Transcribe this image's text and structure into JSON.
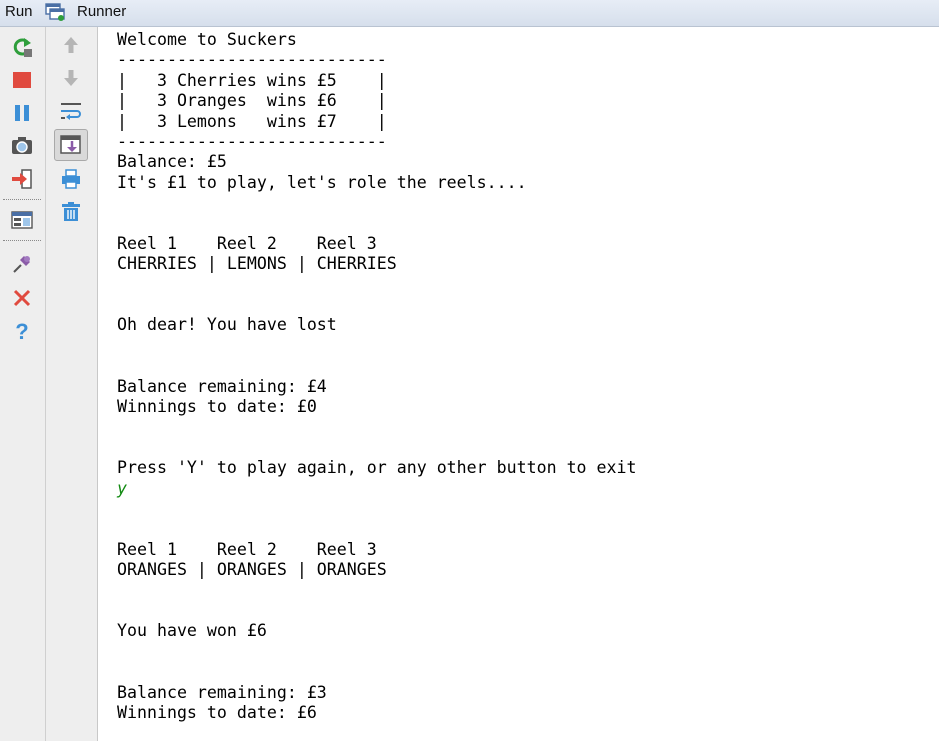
{
  "header": {
    "run_label": "Run",
    "runner_label": "Runner",
    "runner_icon": "runner-window-icon"
  },
  "left_toolbar": [
    {
      "name": "rerun-button",
      "icon": "rerun-icon",
      "color": "#2e9e3b"
    },
    {
      "name": "stop-button",
      "icon": "stop-icon",
      "color": "#e04a3f"
    },
    {
      "name": "pause-button",
      "icon": "pause-icon",
      "color": "#3c8fd6"
    },
    {
      "name": "dump-threads-button",
      "icon": "camera-icon"
    },
    {
      "name": "exit-button",
      "icon": "exit-icon"
    },
    {
      "name": "restore-layout-button",
      "icon": "layout-icon"
    },
    {
      "name": "pin-tab-button",
      "icon": "pin-icon"
    },
    {
      "name": "close-button",
      "icon": "close-icon",
      "color": "#e04a3f"
    },
    {
      "name": "help-button",
      "icon": "help-icon",
      "color": "#3c8fd6"
    }
  ],
  "right_toolbar": [
    {
      "name": "up-stack-button",
      "icon": "arrow-up-icon",
      "enabled": false
    },
    {
      "name": "down-stack-button",
      "icon": "arrow-down-icon",
      "enabled": false
    },
    {
      "name": "soft-wrap-button",
      "icon": "soft-wrap-icon"
    },
    {
      "name": "scroll-to-end-button",
      "icon": "scroll-to-end-icon",
      "pressed": true
    },
    {
      "name": "print-button",
      "icon": "print-icon"
    },
    {
      "name": "clear-all-button",
      "icon": "trash-icon"
    }
  ],
  "console": {
    "lines": [
      "Welcome to Suckers",
      "---------------------------",
      "|   3 Cherries wins £5    |",
      "|   3 Oranges  wins £6    |",
      "|   3 Lemons   wins £7    |",
      "---------------------------",
      "Balance: £5",
      "It's £1 to play, let's role the reels....",
      "",
      "",
      "Reel 1    Reel 2    Reel 3",
      "CHERRIES | LEMONS | CHERRIES",
      "",
      "",
      "Oh dear! You have lost",
      "",
      "",
      "Balance remaining: £4",
      "Winnings to date: £0",
      "",
      "",
      "Press 'Y' to play again, or any other button to exit",
      "y",
      "",
      "",
      "Reel 1    Reel 2    Reel 3",
      "ORANGES | ORANGES | ORANGES",
      "",
      "",
      "You have won £6",
      "",
      "",
      "Balance remaining: £3",
      "Winnings to date: £6"
    ],
    "user_input_color": "#128a12"
  }
}
